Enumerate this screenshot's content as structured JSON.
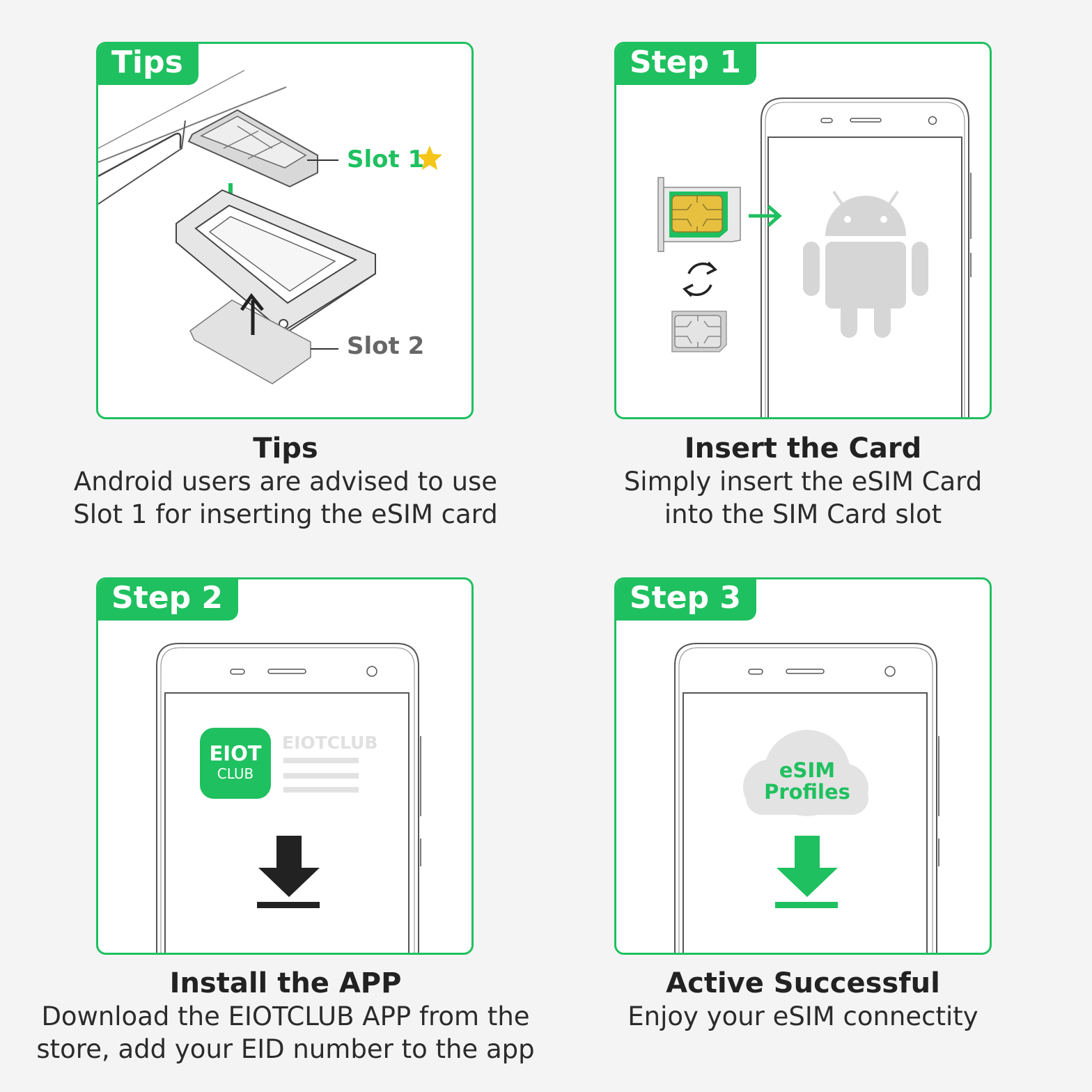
{
  "panels": {
    "tips": {
      "tag": "Tips",
      "title": "Tips",
      "line1": "Android users are advised to use",
      "line2": "Slot 1 for inserting the eSIM card",
      "slot1_label": "Slot 1",
      "slot2_label": "Slot 2"
    },
    "step1": {
      "tag": "Step 1",
      "title": "Insert the Card",
      "line1": "Simply insert the eSIM Card",
      "line2": "into the SIM Card slot"
    },
    "step2": {
      "tag": "Step 2",
      "title": "Install the APP",
      "line1": "Download the EIOTCLUB APP from the",
      "line2": "store, add your EID number to the app",
      "app_icon_line1": "EIOT",
      "app_icon_line2": "CLUB",
      "app_name": "EIOTCLUB"
    },
    "step3": {
      "tag": "Step 3",
      "title": "Active Successful",
      "line1": "Enjoy your eSIM connectity",
      "cloud_line1": "eSIM",
      "cloud_line2": "Profiles"
    }
  },
  "colors": {
    "brand_green": "#1fc05f",
    "star": "#f5c518",
    "chip_gold": "#e8c040"
  },
  "icons": [
    "star-icon",
    "android-robot-icon",
    "swap-arrows-icon",
    "download-arrow-icon",
    "cloud-icon",
    "sim-card-icon",
    "sim-tray-icon"
  ]
}
